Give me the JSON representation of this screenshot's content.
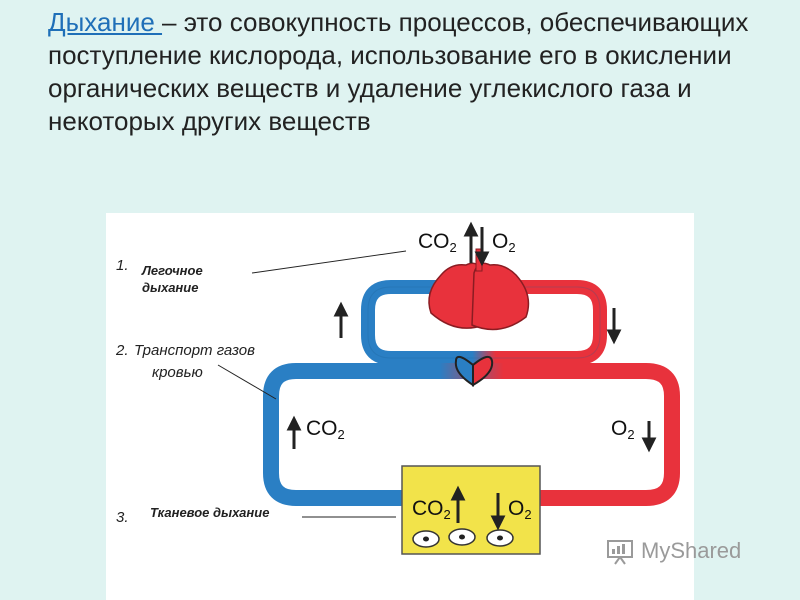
{
  "definition": {
    "term": "Дыхание ",
    "text": "– это совокупность процессов, обеспечивающих поступление кислорода, использование его в окислении органических веществ и удаление углекислого газа и некоторых других веществ"
  },
  "diagram": {
    "labels": {
      "step1_num": "1.",
      "step1_line1": "Легочное",
      "step1_line2": "дыхание",
      "step2_num": "2.",
      "step2_line1": "Транспорт газов",
      "step2_line2": "кровью",
      "step3_num": "3.",
      "step3_text": "Тканевое дыхание"
    },
    "gases": {
      "co2": "CO",
      "co2_sub": "2",
      "o2": "O",
      "o2_sub": "2"
    },
    "colors": {
      "venous": "#2a7fc4",
      "arterial": "#e8323c",
      "lungs": "#e8323c",
      "tissue": "#f2e34a"
    }
  },
  "watermark": {
    "text": "MyShared"
  }
}
